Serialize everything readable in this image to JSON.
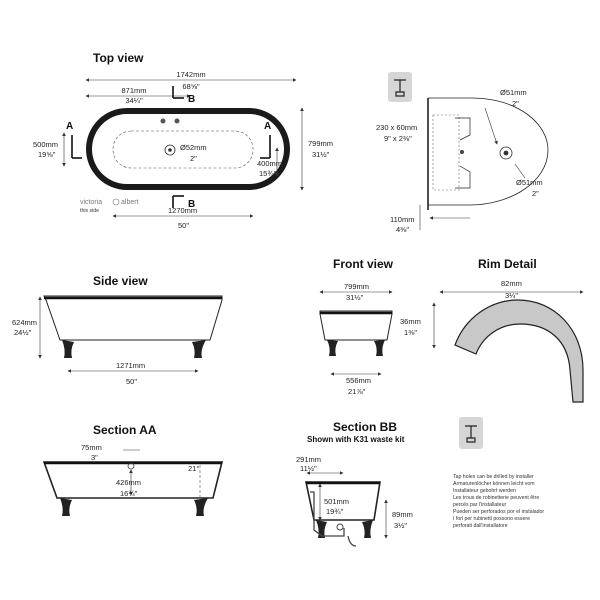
{
  "top_view": {
    "title": "Top view",
    "length_mm": "1742mm",
    "length_in": "68⅝\"",
    "half_mm": "871mm",
    "half_in": "34¼\"",
    "width_mm": "799mm",
    "width_in": "31½\"",
    "inner_mm": "500mm",
    "inner_in": "19⅝\"",
    "drain_mm": "Ø52mm",
    "drain_in": "2\"",
    "end_mm": "400mm",
    "end_in": "15¾\"",
    "base_mm": "1270mm",
    "base_in": "50\"",
    "brand_left": "victoria",
    "brand_right": "albert",
    "this_side": "this side",
    "label_a": "A",
    "label_b": "B"
  },
  "tap_detail": {
    "slot_mm": "230 x 60mm",
    "slot_in": "9\" x 2⅜\"",
    "hole1_mm": "Ø51mm",
    "hole1_in": "2\"",
    "hole2_mm": "Ø51mm",
    "hole2_in": "2\"",
    "depth_mm": "110mm",
    "depth_in": "4⅜\""
  },
  "side_view": {
    "title": "Side view",
    "height_mm": "624mm",
    "height_in": "24½\"",
    "base_mm": "1271mm",
    "base_in": "50\""
  },
  "front_view": {
    "title": "Front view",
    "width_mm": "799mm",
    "width_in": "31½\"",
    "base_mm": "556mm",
    "base_in": "21⅞\""
  },
  "rim_detail": {
    "title": "Rim Detail",
    "width_mm": "82mm",
    "width_in": "3¼\"",
    "height_mm": "36mm",
    "height_in": "1⅜\""
  },
  "section_aa": {
    "title": "Section AA",
    "rim_mm": "75mm",
    "rim_in": "3\"",
    "depth_mm": "426mm",
    "depth_in": "16¾\"",
    "angle": "21°"
  },
  "section_bb": {
    "title": "Section BB",
    "subtitle": "Shown with K31 waste kit",
    "rim_mm": "291mm",
    "rim_in": "11½\"",
    "depth_mm": "501mm",
    "depth_in": "19¾\"",
    "waste_mm": "89mm",
    "waste_in": "3½\""
  },
  "note": {
    "lines": [
      "Tap holes can be drilled by installer",
      "Armaturenlöcher können leicht vom",
      "Installateur gebohrt werden",
      "Les trous de robinetterie peuvent être",
      "percés par l'installateur",
      "Pueden ser perforados por el instalador",
      "I fori per rubinetti possono essere",
      "perforati dall'installatore"
    ]
  }
}
